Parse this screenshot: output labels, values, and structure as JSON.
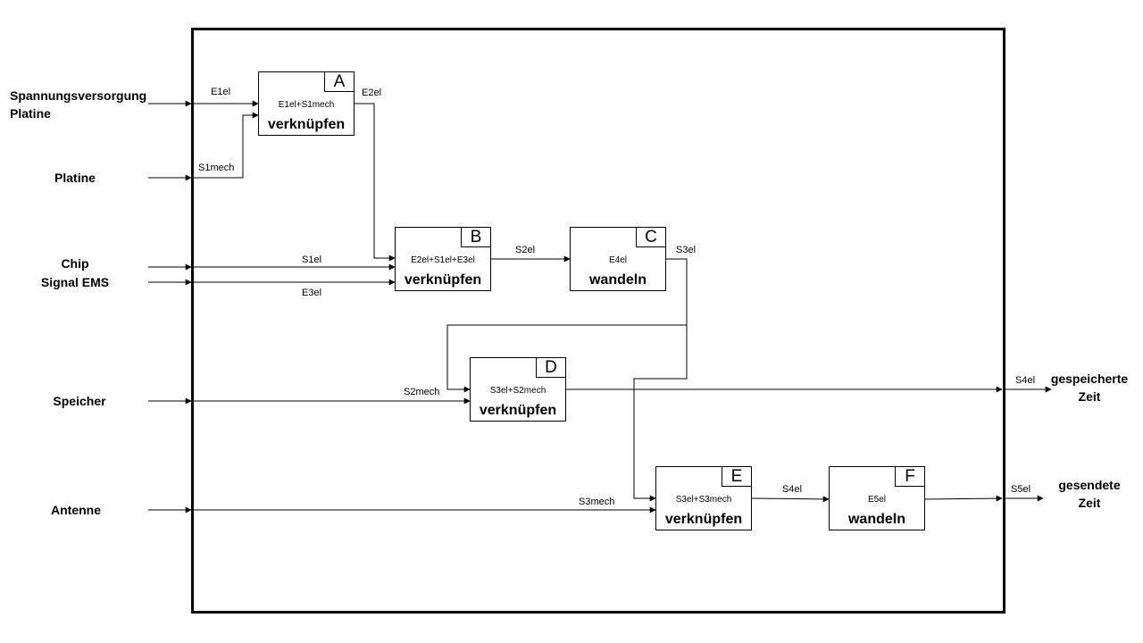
{
  "external_inputs": {
    "spannung": {
      "line1": "Spannungsversorgung",
      "line2": "Platine"
    },
    "platine": "Platine",
    "chip": "Chip",
    "signal_ems": "Signal EMS",
    "speicher": "Speicher",
    "antenne": "Antenne"
  },
  "external_outputs": {
    "gespeicherte": {
      "line1": "gespeicherte",
      "line2": "Zeit"
    },
    "gesendete": {
      "line1": "gesendete",
      "line2": "Zeit"
    }
  },
  "blocks": {
    "A": {
      "letter": "A",
      "inputs": "E1el+S1mech",
      "function": "verknüpfen"
    },
    "B": {
      "letter": "B",
      "inputs": "E2el+S1el+E3el",
      "function": "verknüpfen"
    },
    "C": {
      "letter": "C",
      "inputs": "E4el",
      "function": "wandeln"
    },
    "D": {
      "letter": "D",
      "inputs": "S3el+S2mech",
      "function": "verknüpfen"
    },
    "E": {
      "letter": "E",
      "inputs": "S3el+S3mech",
      "function": "verknüpfen"
    },
    "F": {
      "letter": "F",
      "inputs": "E5el",
      "function": "wandeln"
    }
  },
  "flows": {
    "e1el": "E1el",
    "s1mech": "S1mech",
    "e2el": "E2el",
    "s1el": "S1el",
    "e3el": "E3el",
    "s2el": "S2el",
    "s3el": "S3el",
    "s2mech": "S2mech",
    "s3mech": "S3mech",
    "s4el_internal": "S4el",
    "s4el_out": "S4el",
    "s5el_out": "S5el"
  }
}
